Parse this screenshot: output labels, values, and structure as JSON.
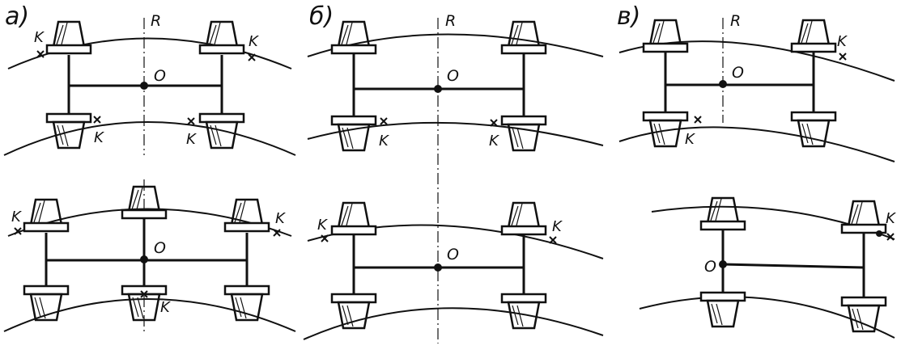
{
  "panels": [
    {
      "label": "а)"
    },
    {
      "label": "б)"
    },
    {
      "label": "в)"
    }
  ],
  "center_label": "O",
  "contact_label": "K",
  "radius_label": "R",
  "colors": {
    "ink": "#111111",
    "background": "#ffffff"
  }
}
